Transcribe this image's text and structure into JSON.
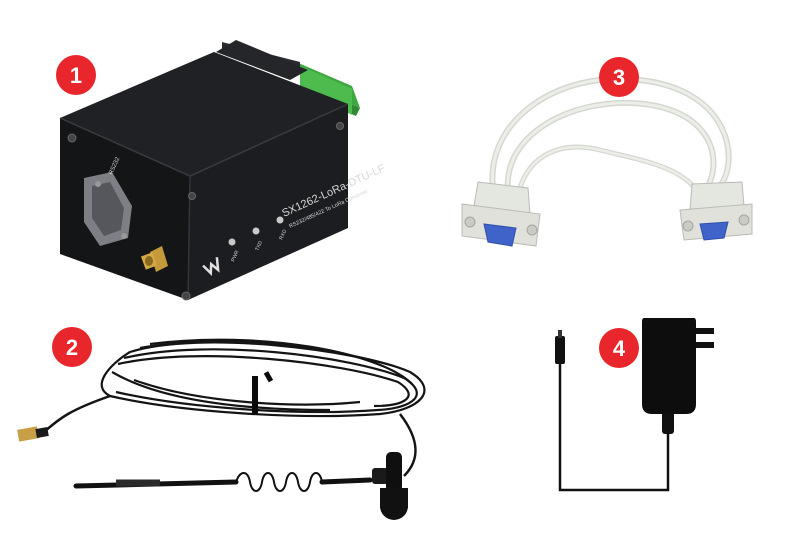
{
  "badges": [
    "1",
    "2",
    "3",
    "4"
  ],
  "device": {
    "model": "SX1262-LoRa-DTU-LF",
    "subtitle": "RS232/485/422 To LoRa Converter",
    "leds": [
      "PWR",
      "TXD",
      "RXD"
    ],
    "port_label": "RS232"
  },
  "colors": {
    "badge": "#e8262b",
    "device_body": "#1c1d20",
    "cable": "#e4e6e0",
    "connector_blue": "#3f63c9",
    "terminal_green": "#4dbb4e"
  },
  "items": [
    {
      "badge": "1",
      "icon": "lora-dtu-device-icon"
    },
    {
      "badge": "2",
      "icon": "magnetic-antenna-icon"
    },
    {
      "badge": "3",
      "icon": "serial-cable-icon"
    },
    {
      "badge": "4",
      "icon": "power-adapter-icon"
    }
  ]
}
